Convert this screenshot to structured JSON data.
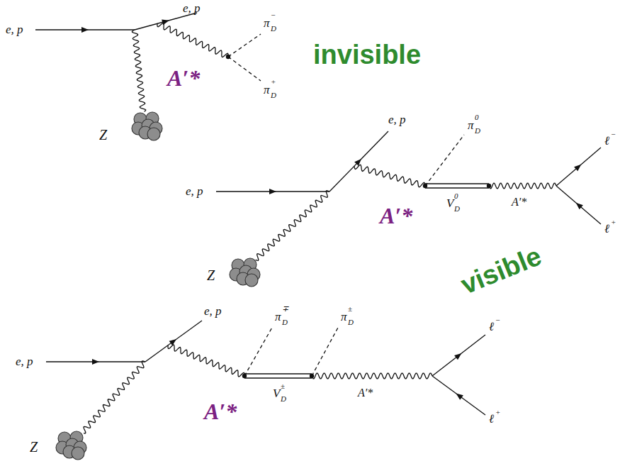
{
  "diagram": {
    "labels": [
      "e, p",
      "e, p",
      "π",
      "D",
      "−",
      "invisible",
      "A′*",
      "π",
      "D",
      "+",
      "Z",
      "e, p",
      "π",
      "D",
      "0",
      "ℓ",
      "−",
      "e, p",
      "A′*",
      "V",
      "D",
      "0",
      "A′*",
      "ℓ",
      "+",
      "Z",
      "visible",
      "e, p",
      "π",
      "D",
      "∓",
      "π",
      "D",
      "±",
      "ℓ",
      "−",
      "e, p",
      "A′*",
      "V",
      "D",
      "±",
      "A′*",
      "ℓ",
      "+",
      "Z"
    ]
  }
}
